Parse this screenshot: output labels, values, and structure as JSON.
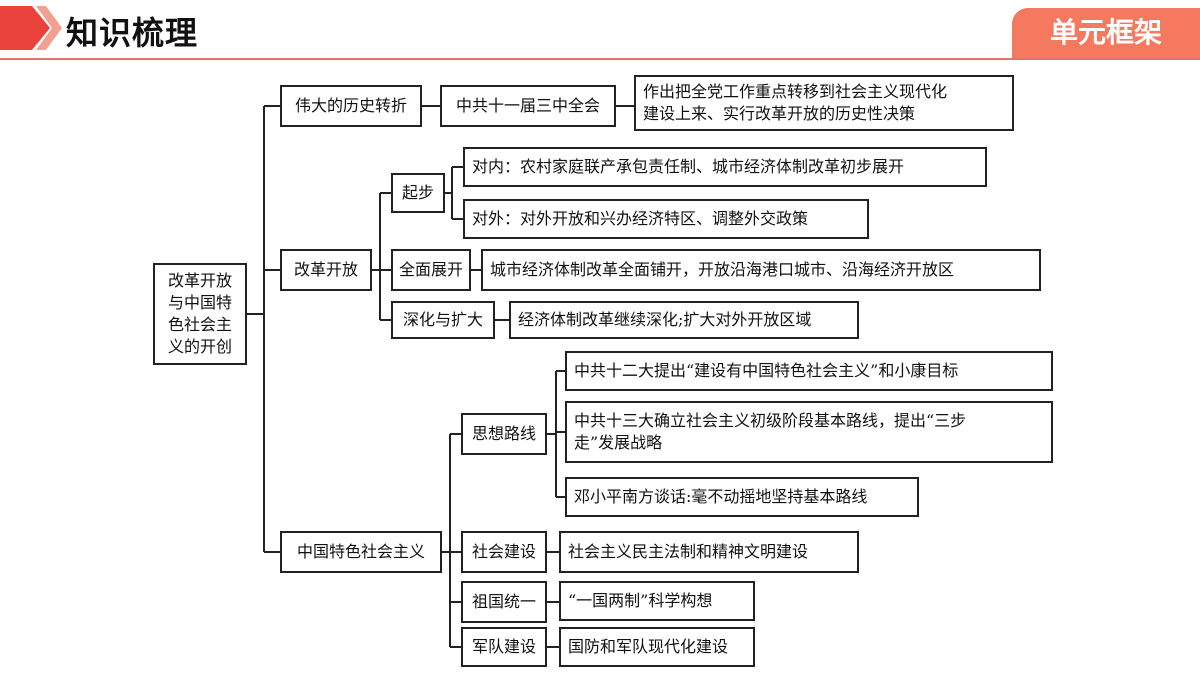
{
  "header": {
    "title": "知识梳理",
    "badge": "单元框架",
    "accent_color": "#e8423a",
    "badge_color": "#f4795e"
  },
  "nodes": [
    {
      "id": "root",
      "lines": [
        "改革开放",
        "与中国特",
        "色社会主",
        "义的开创"
      ]
    },
    {
      "id": "turn",
      "lines": [
        "伟大的历史转折"
      ]
    },
    {
      "id": "plenum",
      "lines": [
        "中共十一届三中全会"
      ]
    },
    {
      "id": "plenum-result",
      "lines": [
        "作出把全党工作重点转移到社会主义现代化",
        "建设上来、实行改革开放的历史性决策"
      ]
    },
    {
      "id": "reform",
      "lines": [
        "改革开放"
      ]
    },
    {
      "id": "start",
      "lines": [
        "起步"
      ]
    },
    {
      "id": "start-inner",
      "lines": [
        "对内：农村家庭联产承包责任制、城市经济体制改革初步展开"
      ]
    },
    {
      "id": "start-outer",
      "lines": [
        "对外：对外开放和兴办经济特区、调整外交政策"
      ]
    },
    {
      "id": "full",
      "lines": [
        "全面展开"
      ]
    },
    {
      "id": "full-detail",
      "lines": [
        "城市经济体制改革全面铺开，开放沿海港口城市、沿海经济开放区"
      ]
    },
    {
      "id": "deepen",
      "lines": [
        "深化与扩大"
      ]
    },
    {
      "id": "deepen-detail",
      "lines": [
        "经济体制改革继续深化;扩大对外开放区域"
      ]
    },
    {
      "id": "socialism",
      "lines": [
        "中国特色社会主义"
      ]
    },
    {
      "id": "ideology",
      "lines": [
        "思想路线"
      ]
    },
    {
      "id": "ideo-12",
      "lines": [
        "中共十二大提出“建设有中国特色社会主义”和小康目标"
      ]
    },
    {
      "id": "ideo-13",
      "lines": [
        "中共十三大确立社会主义初级阶段基本路线，提出“三步",
        "走”发展战略"
      ]
    },
    {
      "id": "ideo-deng",
      "lines": [
        "邓小平南方谈话:毫不动摇地坚持基本路线"
      ]
    },
    {
      "id": "society",
      "lines": [
        "社会建设"
      ]
    },
    {
      "id": "society-detail",
      "lines": [
        "社会主义民主法制和精神文明建设"
      ]
    },
    {
      "id": "unify",
      "lines": [
        "祖国统一"
      ]
    },
    {
      "id": "unify-detail",
      "lines": [
        "“一国两制”科学构想"
      ]
    },
    {
      "id": "military",
      "lines": [
        "军队建设"
      ]
    },
    {
      "id": "military-detail",
      "lines": [
        "国防和军队现代化建设"
      ]
    }
  ]
}
